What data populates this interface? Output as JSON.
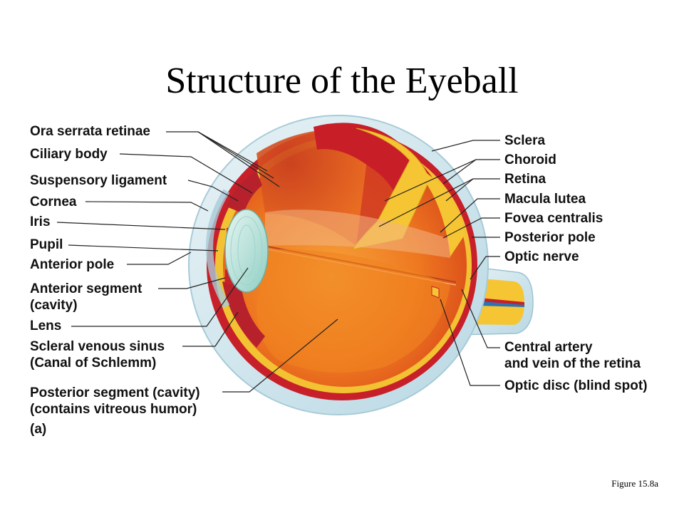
{
  "title": "Structure of the Eyeball",
  "figure_caption": "Figure 15.8a",
  "panel_label": "(a)",
  "labels_left": {
    "ora_serrata": "Ora serrata retinae",
    "ciliary_body": "Ciliary body",
    "suspensory_ligament": "Suspensory ligament",
    "cornea": "Cornea",
    "iris": "Iris",
    "pupil": "Pupil",
    "anterior_pole": "Anterior pole",
    "anterior_segment_1": "Anterior segment",
    "anterior_segment_2": "(cavity)",
    "lens": "Lens",
    "scleral_sinus_1": "Scleral venous sinus",
    "scleral_sinus_2": "(Canal of Schlemm)",
    "posterior_segment_1": "Posterior segment (cavity)",
    "posterior_segment_2": "(contains vitreous humor)"
  },
  "labels_right": {
    "sclera": "Sclera",
    "choroid": "Choroid",
    "retina": "Retina",
    "macula_lutea": "Macula lutea",
    "fovea_centralis": "Fovea centralis",
    "posterior_pole": "Posterior pole",
    "optic_nerve": "Optic nerve",
    "central_artery_1": "Central artery",
    "central_artery_2": "and vein of the retina",
    "optic_disc": "Optic disc (blind spot)"
  },
  "colors": {
    "sclera": "#cfe6ee",
    "choroid": "#c8202a",
    "retina": "#f5c531",
    "vitreous": "#f07a20",
    "lens": "#bfe3dc"
  }
}
